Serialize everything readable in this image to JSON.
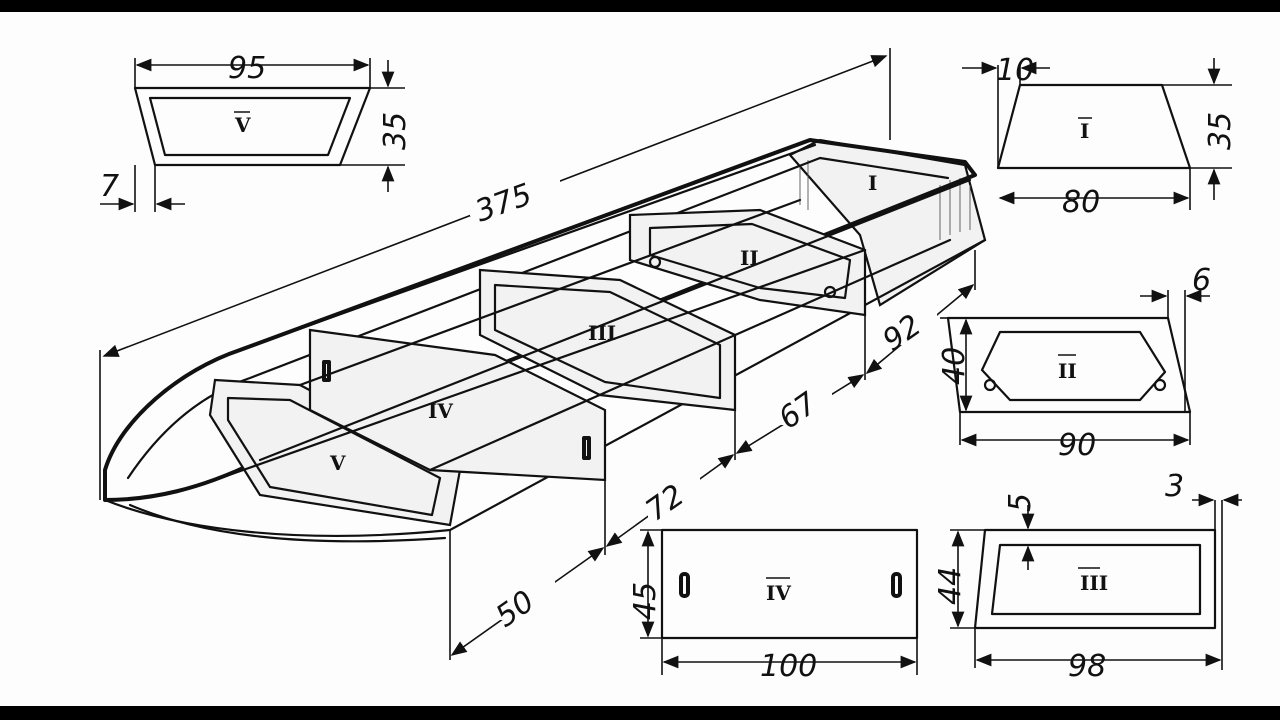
{
  "dimensions": {
    "length_total": "375",
    "frame_V_top": "95",
    "frame_V_height": "35",
    "frame_V_offset": "7",
    "frame_I_offset": "10",
    "frame_I_height": "35",
    "frame_I_bottom": "80",
    "frame_II_offset": "6",
    "frame_II_height": "40",
    "frame_II_width": "90",
    "frame_III_offset": "3",
    "frame_III_inset": "5",
    "frame_III_height": "44",
    "frame_III_width": "98",
    "frame_IV_height": "45",
    "frame_IV_width": "100",
    "spacing_92": "92",
    "spacing_67": "67",
    "spacing_72": "72",
    "spacing_50": "50"
  },
  "labels": {
    "frame_I": "I",
    "frame_II": "II",
    "frame_III": "III",
    "frame_IV": "IV",
    "frame_V": "V"
  }
}
